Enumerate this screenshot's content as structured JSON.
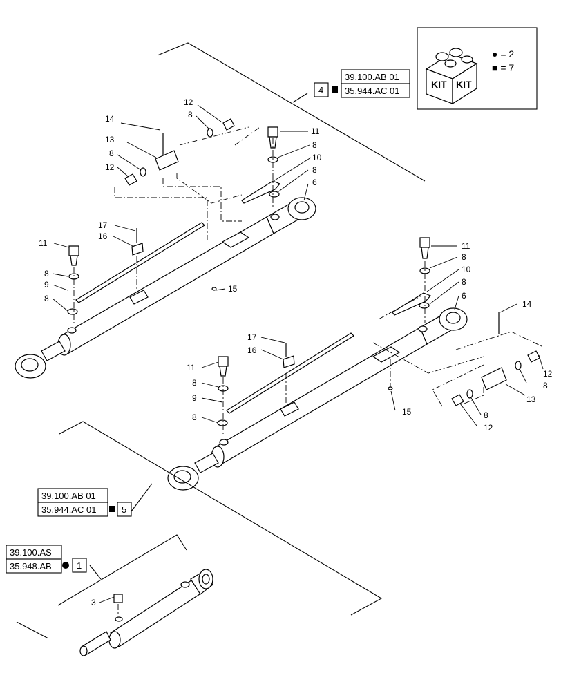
{
  "kit_legend": {
    "kit_text_left": "KIT",
    "kit_text_right": "KIT",
    "circle_count": "● = 2",
    "square_count": "■ = 7"
  },
  "references": {
    "upper": {
      "qty": "4",
      "code_top": "39.100.AB 01",
      "code_bottom": "35.944.AC 01"
    },
    "middle": {
      "qty": "5",
      "code_top": "39.100.AB 01",
      "code_bottom": "35.944.AC 01"
    },
    "lower": {
      "qty": "1",
      "code_top": "39.100.AS",
      "code_bottom": "35.948.AB"
    }
  },
  "callouts": {
    "a14": "14",
    "a12t": "12",
    "a8t": "8",
    "a13": "13",
    "a8b": "8",
    "a12b": "12",
    "a11": "11",
    "a8a": "8",
    "a10": "10",
    "a8c": "8",
    "a6": "6",
    "a17": "17",
    "a16": "16",
    "b11": "11",
    "b8a": "8",
    "b9": "9",
    "b8b": "8",
    "a15": "15",
    "c11": "11",
    "c8a": "8",
    "c10": "10",
    "c8b": "8",
    "c6": "6",
    "c14": "14",
    "c12t": "12",
    "c8t": "8",
    "c13": "13",
    "c8bb": "8",
    "c12b": "12",
    "c15": "15",
    "d17": "17",
    "d16": "16",
    "d11": "11",
    "d8a": "8",
    "d9": "9",
    "d8b": "8",
    "e3": "3"
  }
}
